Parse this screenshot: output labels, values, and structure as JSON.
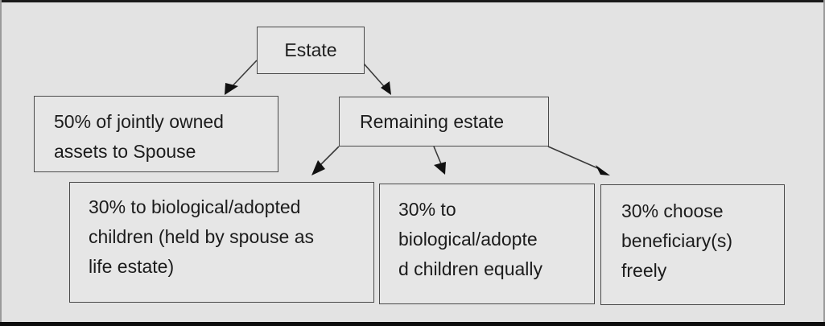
{
  "diagram": {
    "type": "flowchart",
    "colors": {
      "background": "#e3e3e3",
      "box_fill": "#e6e6e6",
      "box_border": "#4a4a4a",
      "text": "#1c1c1c",
      "arrow": "#111111"
    },
    "nodes": {
      "estate": {
        "label": "Estate"
      },
      "spouse_share": {
        "label": "50% of jointly owned\nassets to Spouse"
      },
      "remaining": {
        "label": "Remaining estate"
      },
      "life_estate": {
        "label": "30% to biological/adopted\nchildren (held by spouse as\nlife estate)"
      },
      "children_equal": {
        "label": "30% to\nbiological/adopte\nd children equally"
      },
      "free_choice": {
        "label": "30% choose\nbeneficiary(s)\nfreely"
      }
    },
    "edges": [
      {
        "from": "estate",
        "to": "spouse_share"
      },
      {
        "from": "estate",
        "to": "remaining"
      },
      {
        "from": "remaining",
        "to": "life_estate"
      },
      {
        "from": "remaining",
        "to": "children_equal"
      },
      {
        "from": "remaining",
        "to": "free_choice"
      }
    ]
  }
}
